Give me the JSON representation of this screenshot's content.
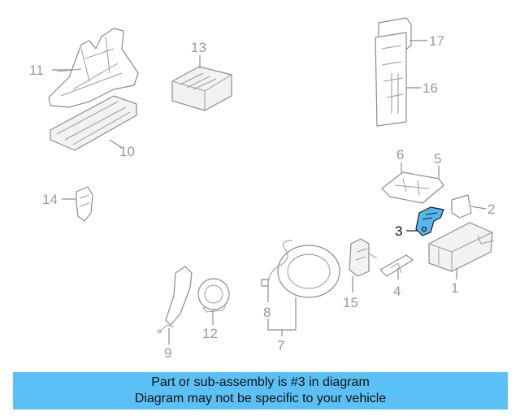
{
  "diagram": {
    "highlight_color": "#57b7ee",
    "callouts": [
      "1",
      "2",
      "3",
      "4",
      "5",
      "6",
      "7",
      "8",
      "9",
      "10",
      "11",
      "12",
      "13",
      "14",
      "15",
      "16",
      "17"
    ],
    "highlighted_callout": "3"
  },
  "caption": {
    "line1": "Part or sub-assembly is #3 in diagram",
    "line2": "Diagram may not be specific to your vehicle",
    "background": "#5bc0f5"
  }
}
